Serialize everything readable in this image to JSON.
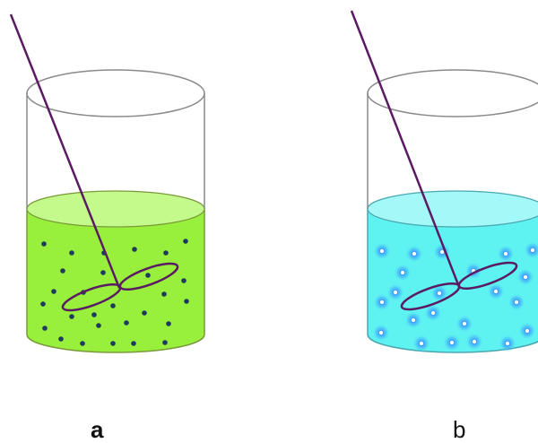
{
  "panels": [
    {
      "label": "a",
      "liquid_color": "#98f03c",
      "liquid_top_color": "#c4f98b",
      "particle_color": "#1f3a5f",
      "particle_style": "dark-dots"
    },
    {
      "label": "b",
      "liquid_color": "#5ef3f0",
      "liquid_top_color": "#a4f8f7",
      "particle_color": "#2f8fff",
      "particle_style": "glowing-dots"
    }
  ],
  "colors": {
    "stirrer": "#5b1b63",
    "beaker_outline": "#8a8a8a"
  }
}
